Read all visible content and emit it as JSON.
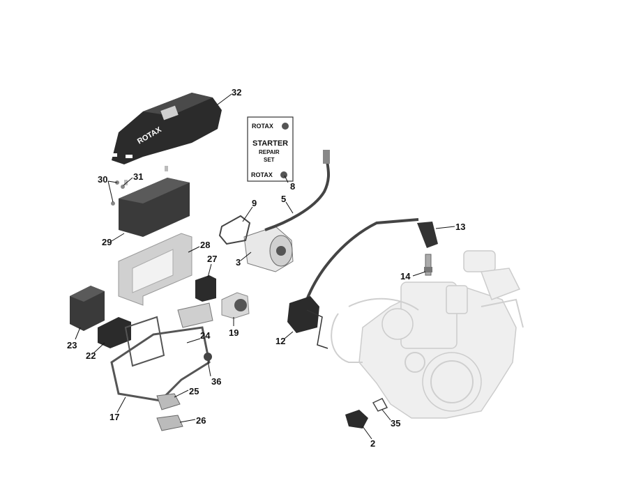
{
  "colors": {
    "background": "#ffffff",
    "part_dark": "#2b2b2b",
    "part_mid": "#555555",
    "part_light": "#c9c9c9",
    "engine_ghost": "#d6d6d6",
    "text": "#111111"
  },
  "decal": {
    "brand_top": "ROTAX",
    "title": "STARTER",
    "line2": "REPAIR",
    "line3": "SET",
    "brand_bottom": "ROTAX"
  },
  "cover_brand": "ROTAX",
  "callouts": [
    "32",
    "8",
    "30",
    "31",
    "9",
    "5",
    "13",
    "29",
    "28",
    "3",
    "27",
    "14",
    "23",
    "22",
    "19",
    "12",
    "24",
    "36",
    "25",
    "17",
    "26",
    "35",
    "2"
  ]
}
